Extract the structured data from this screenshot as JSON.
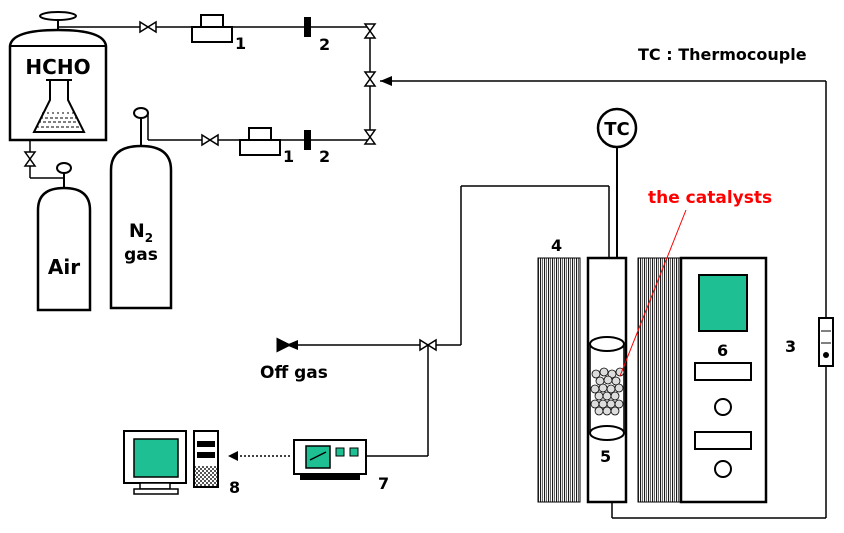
{
  "labels": {
    "tank": "HCHO",
    "air": "Air",
    "n2_main": "N",
    "n2_sub": "2",
    "n2_gas": "gas",
    "tc": "TC",
    "tc_legend": "TC : Thermocouple",
    "catalysts": "the catalysts",
    "off_gas": "Off gas",
    "num_1a": "1",
    "num_2a": "2",
    "num_1b": "1",
    "num_2b": "2",
    "num_3": "3",
    "num_4": "4",
    "num_5": "5",
    "num_6": "6",
    "num_7": "7",
    "num_8": "8"
  },
  "colors": {
    "line": "#000000",
    "screen": "#1fbf94",
    "highlight": "#ff0000",
    "gray": "#c8c8c8"
  }
}
